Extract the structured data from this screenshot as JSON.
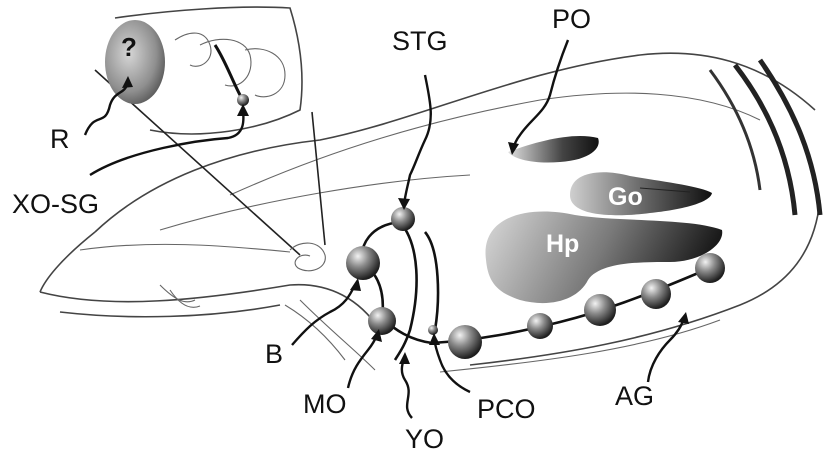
{
  "diagram": {
    "labels": {
      "question": "?",
      "r": "R",
      "xo_sg": "XO-SG",
      "stg": "STG",
      "po": "PO",
      "go": "Go",
      "hp": "Hp",
      "b": "B",
      "mo": "MO",
      "yo": "YO",
      "pco": "PCO",
      "ag": "AG"
    }
  }
}
